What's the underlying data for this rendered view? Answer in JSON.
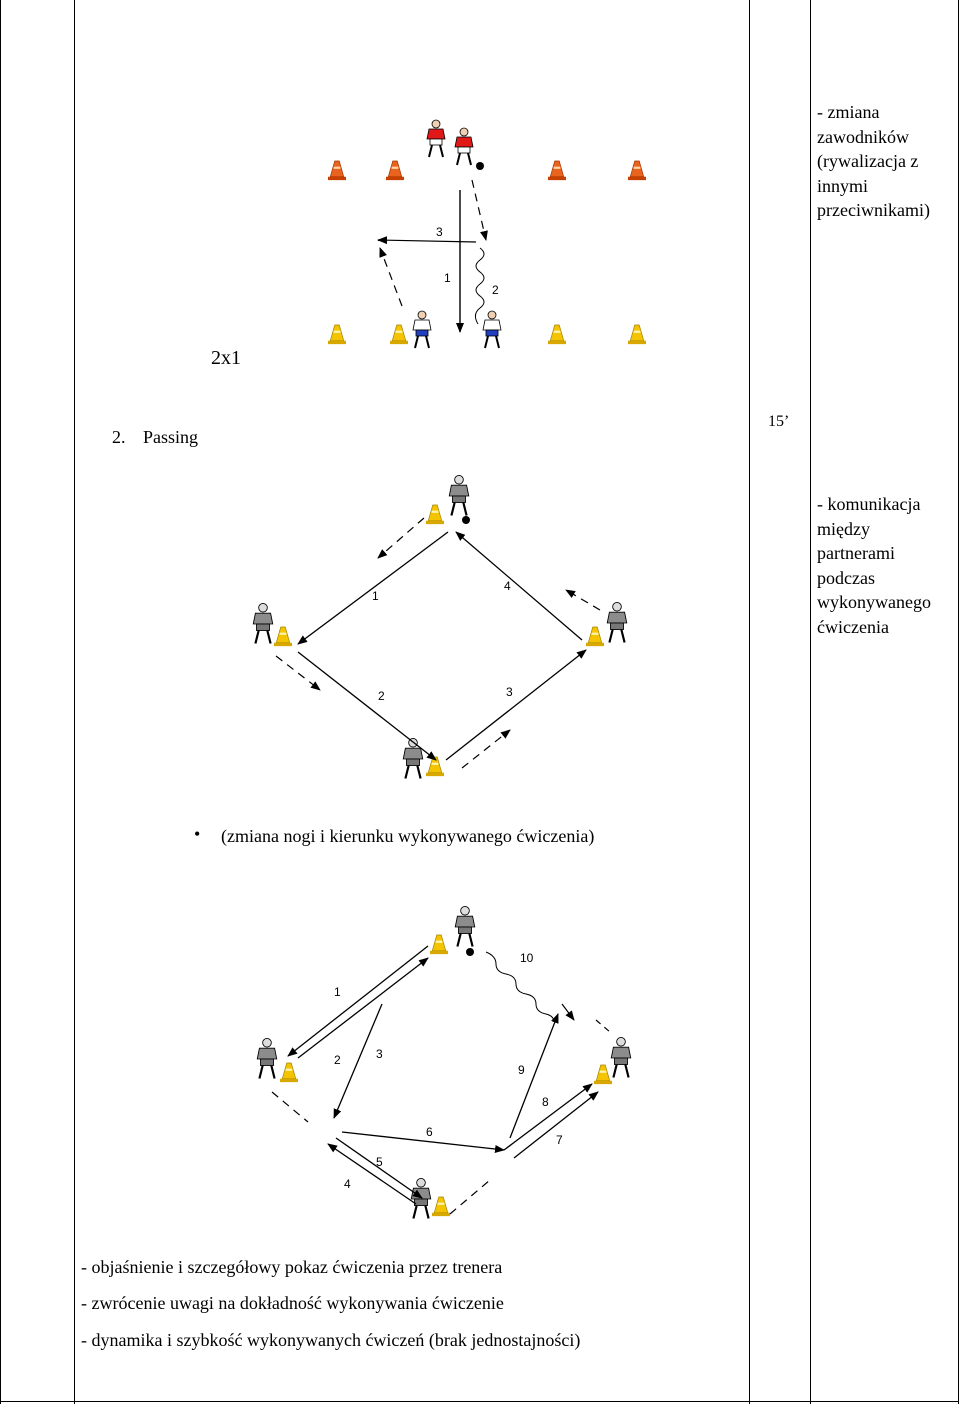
{
  "section": {
    "label_2x1": "2x1",
    "item_number": "2.",
    "item_title": "Passing",
    "duration": "15’"
  },
  "notes": {
    "note1": [
      "- zmiana",
      "zawodników",
      "(rywalizacja z",
      "innymi",
      "przeciwnikami)"
    ],
    "note2": [
      "- komunikacja",
      "między",
      "partnerami",
      "podczas",
      "wykonywanego",
      "ćwiczenia"
    ]
  },
  "bullet_text": "(zmiana nogi i kierunku wykonywanego ćwiczenia)",
  "instructions": [
    "- objaśnienie i szczegółowy pokaz ćwiczenia przez trenera",
    "- zwrócenie uwagi na dokładność wykonywania ćwiczenie",
    "- dynamika i szybkość wykonywanych ćwiczeń (brak jednostajności)"
  ],
  "diagram1_labels": [
    "3",
    "1",
    "2"
  ],
  "diagram2_labels": [
    "1",
    "4",
    "2",
    "3"
  ],
  "diagram3_labels": [
    "10",
    "1",
    "2",
    "3",
    "9",
    "8",
    "6",
    "7",
    "5",
    "4"
  ],
  "colors": {
    "cone_orange": "#e8641e",
    "cone_yellow": "#f5c400",
    "shirt_red": "#e01818",
    "shorts_blue": "#2040c0",
    "player_grey": "#8c8c8c"
  }
}
